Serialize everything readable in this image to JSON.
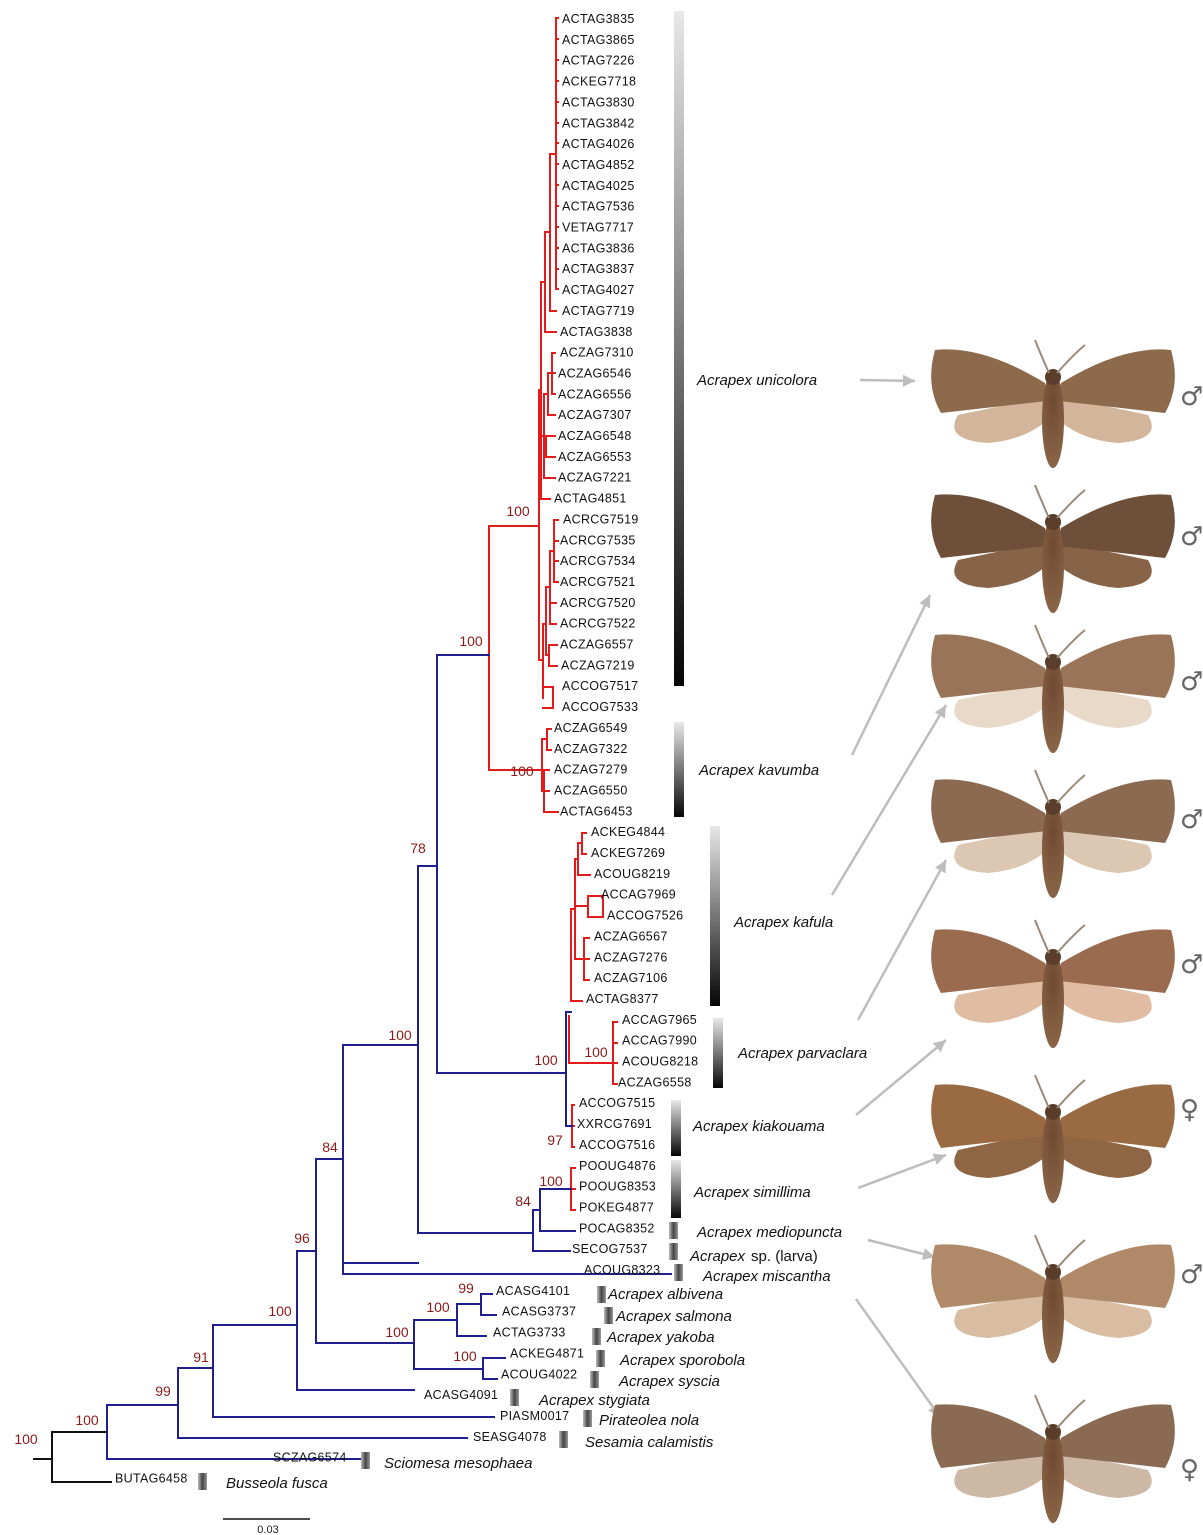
{
  "colors": {
    "red_clade": "#e41b1b",
    "blue_clade": "#1f1f8f",
    "outgroup": "#111111",
    "bootstrap": "#8b1a1a",
    "arrow": "#bdbdbd",
    "moth_brown": "#8a6446"
  },
  "leaves": [
    "ACTAG3835",
    "ACTAG3865",
    "ACTAG7226",
    "ACKEG7718",
    "ACTAG3830",
    "ACTAG3842",
    "ACTAG4026",
    "ACTAG4852",
    "ACTAG4025",
    "ACTAG7536",
    "VETAG7717",
    "ACTAG3836",
    "ACTAG3837",
    "ACTAG4027",
    "ACTAG7719",
    "ACTAG3838",
    "ACZAG7310",
    "ACZAG6546",
    "ACZAG6556",
    "ACZAG7307",
    "ACZAG6548",
    "ACZAG6553",
    "ACZAG7221",
    "ACTAG4851",
    "ACRCG7519",
    "ACRCG7535",
    "ACRCG7534",
    "ACRCG7521",
    "ACRCG7520",
    "ACRCG7522",
    "ACZAG6557",
    "ACZAG7219",
    "ACCOG7517",
    "ACCOG7533",
    "ACZAG6549",
    "ACZAG7322",
    "ACZAG7279",
    "ACZAG6550",
    "ACTAG6453",
    "ACKEG4844",
    "ACKEG7269",
    "ACOUG8219",
    "ACCAG7969",
    "ACCOG7526",
    "ACZAG6567",
    "ACZAG7276",
    "ACZAG7106",
    "ACTAG8377",
    "ACCAG7965",
    "ACCAG7990",
    "ACOUG8218",
    "ACZAG6558",
    "ACCOG7515",
    "XXRCG7691",
    "ACCOG7516",
    "POOUG4876",
    "POOUG8353",
    "POKEG4877",
    "POCAG8352",
    "SECOG7537",
    "ACOUG8323",
    "ACASG4101",
    "ACASG3737",
    "ACTAG3733",
    "ACKEG4871",
    "ACOUG4022",
    "ACASG4091",
    "PIASM0017",
    "SEASG4078",
    "SCZAG6574",
    "BUTAG6458"
  ],
  "bootstraps": [
    "100",
    "100",
    "100",
    "78",
    "100",
    "100",
    "97",
    "84",
    "100",
    "100",
    "84",
    "96",
    "99",
    "100",
    "100",
    "100",
    "100",
    "91",
    "99",
    "100",
    "100"
  ],
  "species": [
    {
      "name": "Acrapex unicolora"
    },
    {
      "name": "Acrapex kavumba"
    },
    {
      "name": "Acrapex kafula"
    },
    {
      "name": "Acrapex parvaclara"
    },
    {
      "name": "Acrapex kiakouama"
    },
    {
      "name": "Acrapex simillima"
    },
    {
      "name": "Acrapex mediopuncta"
    },
    {
      "name": "Acrapex",
      "suffix": "sp. (larva)"
    },
    {
      "name": "Acrapex miscantha"
    },
    {
      "name": "Acrapex albivena"
    },
    {
      "name": "Acrapex salmona"
    },
    {
      "name": "Acrapex yakoba"
    },
    {
      "name": "Acrapex sporobola"
    },
    {
      "name": "Acrapex syscia"
    },
    {
      "name": "Acrapex stygiata"
    },
    {
      "name": "Pirateolea nola"
    },
    {
      "name": "Sesamia calamistis"
    },
    {
      "name": "Sciomesa mesophaea"
    },
    {
      "name": "Busseola fusca"
    }
  ],
  "moth_sexes": [
    "♂",
    "♂",
    "♂",
    "♂",
    "♂",
    "♀",
    "♂",
    "♀"
  ],
  "scale_bar": {
    "label": "0.03"
  }
}
